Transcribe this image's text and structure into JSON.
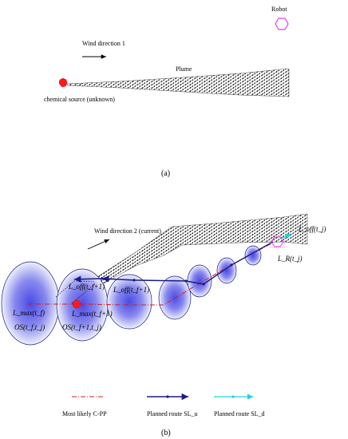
{
  "panel_a": {
    "robot_label": "Robot",
    "wind_label": "Wind direction 1",
    "plume_label": "Plume",
    "source_label": "chemical source (unknown)",
    "caption": "(a)"
  },
  "panel_b": {
    "wind_label": "Wind direction 2 (current)",
    "labels": {
      "l_off_tj": "L_off(t_j)",
      "l_r_tj": "L_R(t_j)",
      "l_off_tf1_a": "L_off(t_f+1)",
      "l_off_tf1_b": "L_off(t_f+1)",
      "l_max_tf": "L_max(t_f)",
      "l_max_tf1": "L_max(t_f+1)",
      "os_a": "OS(t_f,t_j)",
      "os_b": "OS(t_f+1,t_j)"
    },
    "caption": "(b)"
  },
  "legend": {
    "most_likely": "Most likely C-PP",
    "planned_u": "Planned route SL_u",
    "planned_d": "Planned route SL_d"
  },
  "colors": {
    "robot": "#e040e0",
    "source": "#ff1a1a",
    "route_u": "#1a1a8a",
    "route_d": "#20d0e0",
    "most_likely": "#d02020",
    "ellipse_core": "#5a5ae8",
    "ellipse_edge": "#ffffff"
  }
}
